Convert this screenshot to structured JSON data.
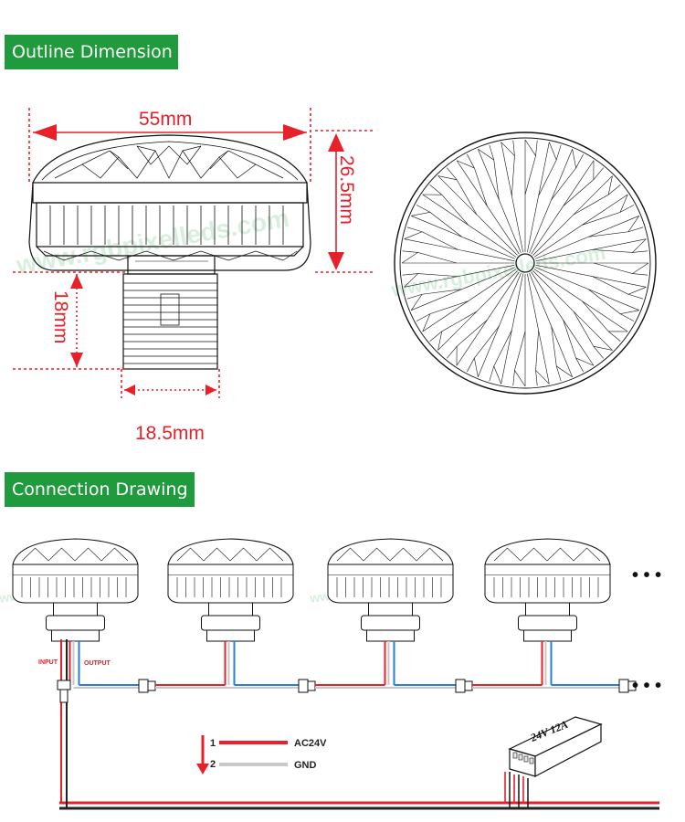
{
  "sections": {
    "outline_title": "Outline Dimension",
    "connection_title": "Connection Drawing"
  },
  "dimensions": {
    "width": "55mm",
    "height": "26.5mm",
    "thread_length": "18mm",
    "thread_diameter": "18.5mm"
  },
  "wiring": {
    "input_label": "INPUT",
    "output_label": "OUTPUT",
    "continuation": "• • •"
  },
  "legend": [
    {
      "num": "1",
      "label": "AC24V",
      "color": "#e8202a"
    },
    {
      "num": "2",
      "label": "GND",
      "color": "#c8c8c8"
    }
  ],
  "power_supply": {
    "label": "24V 12A"
  },
  "watermark": "www.rgbpixelleds.com",
  "colors": {
    "header_bg": "#1f9a3c",
    "dimension": "#e8202a",
    "data_wire": "#2a7fd4",
    "power_wire": "#e8202a",
    "ground_wire": "#c8c8c8"
  }
}
